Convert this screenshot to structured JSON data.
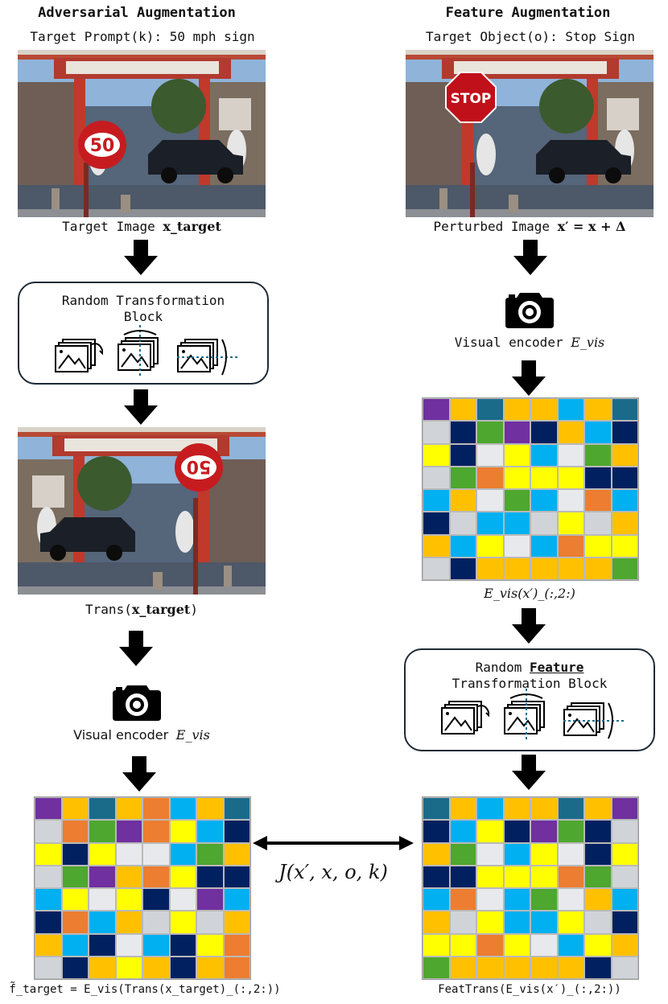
{
  "left": {
    "title": "Adversarial Augmentation",
    "prompt": "Target Prompt(k): 50 mph sign",
    "target_image_caption": "Target Image",
    "target_image_math": "x_target",
    "sign_text": "50",
    "block_line1": "Random Transformation",
    "block_line2": "Block",
    "trans_caption_prefix": "Trans(",
    "trans_caption_math": "x_target",
    "trans_caption_suffix": ")",
    "encoder_caption": "Visual encoder",
    "encoder_math": "E_vis",
    "bottom_caption": "f̃_target = E_vis(Trans(x_target)_(:,2:))"
  },
  "right": {
    "title": "Feature Augmentation",
    "object": "Target Object(o): Stop Sign",
    "sign_text": "STOP",
    "perturbed_caption": "Perturbed Image",
    "perturbed_math": "x′ = x + Δ",
    "encoder_caption": "Visual encoder",
    "encoder_math": "E_vis",
    "feature_caption": "E_vis(x′)_(:,2:)",
    "block_line1_pre": "Random ",
    "block_line1_bold": "Feature",
    "block_line2": "Transformation Block",
    "bottom_caption": "FeatTrans(E_vis(x′)_(:,2:))"
  },
  "objective": "J(x′, x, o, k)",
  "colors": {
    "purple": "#7030a0",
    "orange": "#ffc000",
    "teal": "#1a6b8a",
    "red": "#ed7d31",
    "cyan": "#00b0f0",
    "navy": "#002060",
    "gray": "#d0d4d8",
    "green": "#4ea72e",
    "yellow": "#ffff00",
    "light": "#e7e9ec"
  },
  "grids": {
    "right_top": [
      [
        "purple",
        "orange",
        "teal",
        "orange",
        "orange",
        "cyan",
        "orange",
        "teal"
      ],
      [
        "gray",
        "navy",
        "green",
        "purple",
        "navy",
        "orange",
        "cyan",
        "navy"
      ],
      [
        "yellow",
        "navy",
        "light",
        "yellow",
        "cyan",
        "light",
        "green",
        "orange"
      ],
      [
        "gray",
        "green",
        "red",
        "yellow",
        "yellow",
        "yellow",
        "navy",
        "navy"
      ],
      [
        "cyan",
        "orange",
        "light",
        "green",
        "cyan",
        "light",
        "red",
        "cyan"
      ],
      [
        "navy",
        "gray",
        "cyan",
        "cyan",
        "gray",
        "yellow",
        "gray",
        "orange"
      ],
      [
        "orange",
        "cyan",
        "yellow",
        "light",
        "cyan",
        "red",
        "yellow",
        "yellow"
      ],
      [
        "gray",
        "navy",
        "orange",
        "orange",
        "orange",
        "orange",
        "orange",
        "green"
      ]
    ],
    "left_bottom": [
      [
        "purple",
        "orange",
        "teal",
        "orange",
        "red",
        "cyan",
        "orange",
        "teal"
      ],
      [
        "gray",
        "red",
        "green",
        "purple",
        "red",
        "yellow",
        "cyan",
        "navy"
      ],
      [
        "yellow",
        "navy",
        "yellow",
        "light",
        "light",
        "cyan",
        "green",
        "orange"
      ],
      [
        "gray",
        "green",
        "purple",
        "orange",
        "red",
        "yellow",
        "navy",
        "navy"
      ],
      [
        "cyan",
        "yellow",
        "light",
        "yellow",
        "navy",
        "light",
        "purple",
        "cyan"
      ],
      [
        "navy",
        "red",
        "cyan",
        "orange",
        "gray",
        "yellow",
        "gray",
        "orange"
      ],
      [
        "orange",
        "cyan",
        "navy",
        "light",
        "cyan",
        "navy",
        "yellow",
        "red"
      ],
      [
        "gray",
        "navy",
        "orange",
        "yellow",
        "orange",
        "navy",
        "orange",
        "red"
      ]
    ],
    "right_bottom": [
      [
        "teal",
        "orange",
        "cyan",
        "orange",
        "orange",
        "teal",
        "orange",
        "purple"
      ],
      [
        "navy",
        "cyan",
        "yellow",
        "navy",
        "purple",
        "green",
        "navy",
        "gray"
      ],
      [
        "orange",
        "green",
        "light",
        "cyan",
        "yellow",
        "light",
        "navy",
        "yellow"
      ],
      [
        "navy",
        "navy",
        "yellow",
        "yellow",
        "yellow",
        "red",
        "green",
        "gray"
      ],
      [
        "cyan",
        "red",
        "light",
        "cyan",
        "green",
        "light",
        "orange",
        "cyan"
      ],
      [
        "orange",
        "gray",
        "yellow",
        "cyan",
        "cyan",
        "yellow",
        "gray",
        "navy"
      ],
      [
        "yellow",
        "yellow",
        "red",
        "yellow",
        "light",
        "cyan",
        "yellow",
        "orange"
      ],
      [
        "green",
        "orange",
        "orange",
        "orange",
        "orange",
        "orange",
        "navy",
        "gray"
      ]
    ]
  }
}
